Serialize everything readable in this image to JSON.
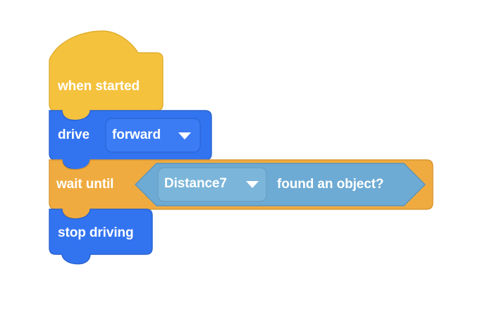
{
  "workspace": {
    "background_color": "#ffffff",
    "name": "block-programming-canvas"
  },
  "palette": {
    "event_yellow": "#f5c23e",
    "event_yellow_stroke": "#e0ae2e",
    "motion_blue": "#3274f0",
    "motion_blue_stroke": "#2a63d0",
    "motion_field_blue": "#3b7cf5",
    "control_orange": "#f0ab40",
    "control_orange_stroke": "#d99530",
    "sensing_blue": "#6eabd4",
    "sensing_blue_stroke": "#5d95bb",
    "sensing_field_blue": "#7bb5da",
    "text_color": "#ffffff"
  },
  "script": {
    "name": "drive-until-object-script",
    "blocks": [
      {
        "id": "when-started",
        "kind": "hat",
        "category": "event",
        "label": "when started"
      },
      {
        "id": "drive",
        "kind": "stack",
        "category": "motion",
        "label": "drive",
        "dropdown": {
          "name": "drive-direction-dropdown",
          "value": "forward",
          "arrow": "chevron-down-icon"
        }
      },
      {
        "id": "wait-until",
        "kind": "stack",
        "category": "control",
        "label": "wait until",
        "boolean_input": {
          "id": "found-object-reporter",
          "kind": "boolean",
          "category": "sensing",
          "dropdown": {
            "name": "sensor-dropdown",
            "value": "Distance7",
            "arrow": "chevron-down-icon"
          },
          "label": "found an object?"
        }
      },
      {
        "id": "stop-driving",
        "kind": "stack",
        "category": "motion",
        "label": "stop driving"
      }
    ]
  }
}
